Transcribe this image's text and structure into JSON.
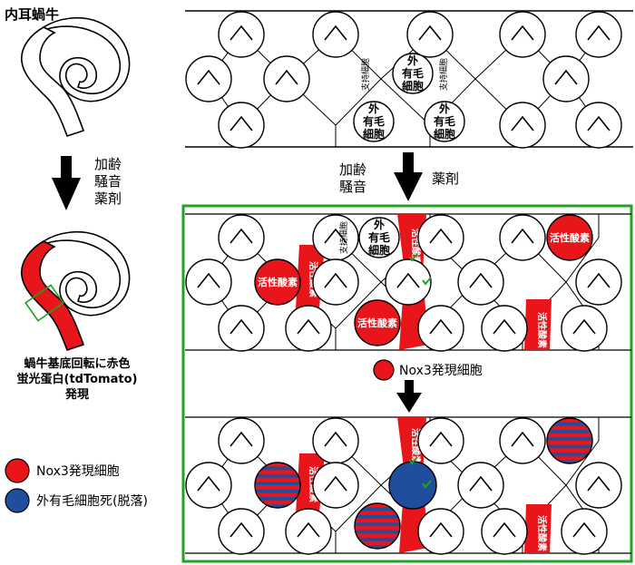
{
  "left": {
    "title": "内耳蝸牛",
    "arrow_label": [
      "加齢",
      "騒音",
      "薬剤"
    ],
    "caption": [
      "蝸牛基底回転に赤色",
      "蛍光蛋白(tdTomato)",
      "発現"
    ],
    "legend": [
      {
        "label": "Nox3発現細胞",
        "color": "#e8161b"
      },
      {
        "label": "外有毛細胞死(脱落)",
        "color": "#1f4e9c"
      }
    ]
  },
  "top_panel": {
    "outer_hair_cell": [
      "外",
      "有毛",
      "細胞"
    ],
    "support_cell": "支持細胞"
  },
  "middle": {
    "arrow_left_label": [
      "加齢",
      "騒音"
    ],
    "arrow_right_label": "薬剤"
  },
  "panel2": {
    "ros_label": "活性酸素",
    "outer_hair_cell": [
      "外",
      "有毛",
      "細胞"
    ],
    "support_cell": "支持細胞"
  },
  "nox3_legend": {
    "label": "Nox3発現細胞"
  },
  "panel3": {
    "ros_label": "活性酸素"
  },
  "colors": {
    "red": "#e8161b",
    "blue": "#1f4e9c",
    "green": "#22a122",
    "stroke": "#000000"
  }
}
